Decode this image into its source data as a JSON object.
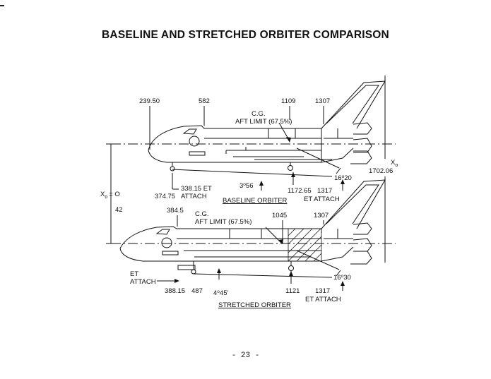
{
  "page_title": "BASELINE AND STRETCHED ORBITER COMPARISON",
  "page_number": "- 23 -",
  "baseline": {
    "caption": "BASELINE ORBITER",
    "station_nose": "239.50",
    "station_582": "582",
    "station_1109": "1109",
    "station_1307": "1307",
    "cg_line1": "C.G.",
    "cg_line2": "AFT LIMIT (67.5%)",
    "xo_label": "X",
    "xo_sub": "o",
    "xo_value": "1702.06",
    "angle_tail": "16",
    "angle_tail_min": "20",
    "angle_aft": "3",
    "angle_aft_min": "56",
    "et_forward_value": "338.15 ET",
    "et_forward_word": "ATTACH",
    "gear_fwd": "374.75",
    "gear_main": "1172.65",
    "et_aft_value": "1317",
    "et_aft_label": "ET ATTACH"
  },
  "stretched": {
    "caption": "STRETCHED ORBITER",
    "station_384": "384.5",
    "station_1045": "1045",
    "station_1307": "1307",
    "cg_line1": "C.G.",
    "cg_line2": "AFT LIMIT (67.5%)",
    "et_label_line1": "ET",
    "et_label_line2": "ATTACH",
    "et_forward_value": "388.15",
    "gear_fwd": "487",
    "angle_aft": "4",
    "angle_aft_min": "45'",
    "gear_main": "1121",
    "et_aft_value": "1317",
    "et_aft_label": "ET ATTACH",
    "angle_tail": "16",
    "angle_tail_min": "30"
  },
  "reference": {
    "xo_eq": "X",
    "xo_sub": "o",
    "xo_value": "= O",
    "offset": "42"
  }
}
